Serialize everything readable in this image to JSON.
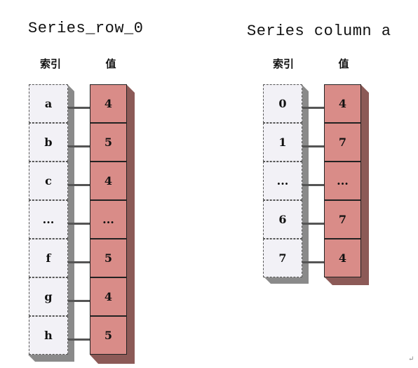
{
  "left": {
    "title": "Series_row_0",
    "index_header": "索引",
    "value_header": "值",
    "index": [
      "a",
      "b",
      "c",
      "...",
      "f",
      "g",
      "h"
    ],
    "values": [
      "4",
      "5",
      "4",
      "...",
      "5",
      "4",
      "5"
    ]
  },
  "right": {
    "title": "Series column a",
    "index_header": "索引",
    "value_header": "值",
    "index": [
      "0",
      "1",
      "...",
      "6",
      "7"
    ],
    "values": [
      "4",
      "7",
      "...",
      "7",
      "4"
    ]
  },
  "colors": {
    "index_fill": "#f2f1f6",
    "index_shadow": "#8a8a8a",
    "value_fill": "#d98c88",
    "value_side": "#8c5a57",
    "connector": "#555555"
  },
  "return_mark": "↵"
}
